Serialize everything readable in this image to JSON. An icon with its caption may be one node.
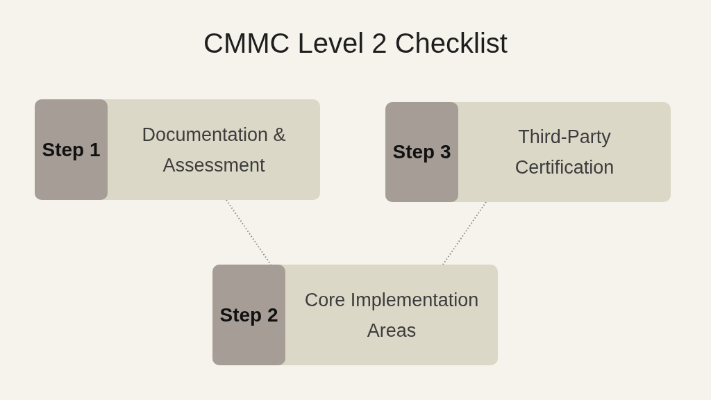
{
  "diagram": {
    "title": "CMMC Level 2 Checklist",
    "nodes": [
      {
        "text": [
          "Documentation & Assessment"
        ]
      },
      {
        "text": [
          "Step 1"
        ],
        "in": 0
      },
      {
        "text": [
          "Third-Party Certification"
        ]
      },
      {
        "text": [
          "Step 3"
        ],
        "in": 2
      },
      {
        "text": [
          "Core Implementation Areas"
        ]
      },
      {
        "text": [
          "Step 2"
        ],
        "in": 4
      }
    ],
    "edges": [
      {
        "from": 0,
        "to": 4,
        "arrow": "none",
        "style": "dashed"
      },
      {
        "from": 2,
        "to": 4,
        "arrow": "none",
        "style": "dashed"
      }
    ]
  }
}
